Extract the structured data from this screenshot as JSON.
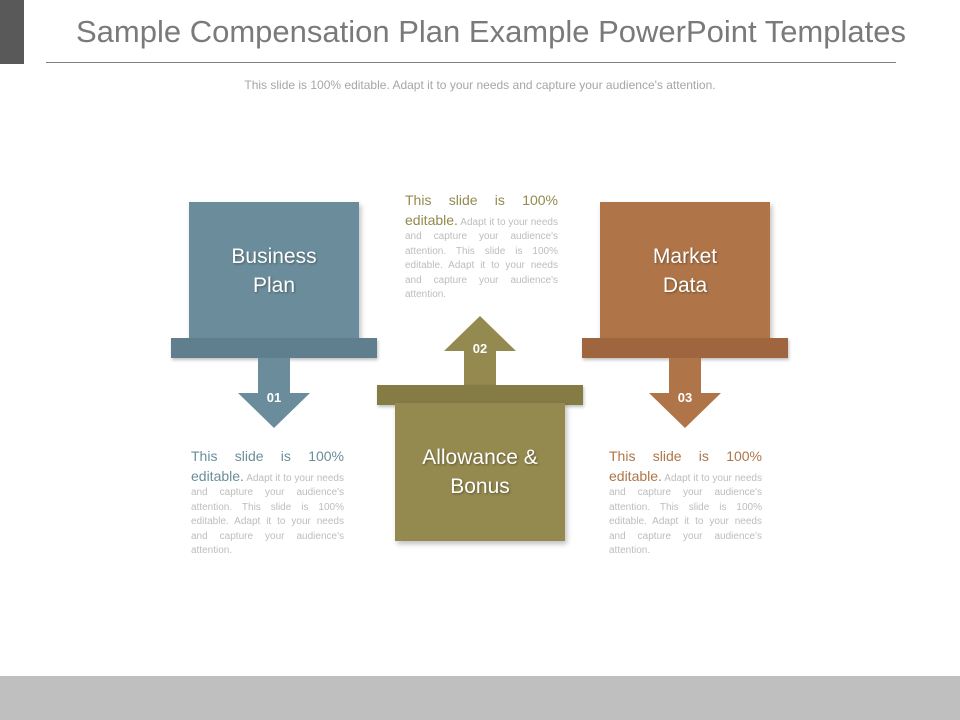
{
  "header": {
    "title": "Sample Compensation Plan Example PowerPoint Templates",
    "subtitle": "This slide is 100% editable. Adapt it to your needs and capture your audience's attention."
  },
  "colors": {
    "business_plan": "#6b8d9b",
    "business_plan_bar": "#5f7f8e",
    "allowance_bonus": "#94894f",
    "allowance_bonus_bar": "#857b44",
    "market_data": "#af7548",
    "market_data_bar": "#9e653e"
  },
  "steps": [
    {
      "number": "01",
      "label_line1": "Business",
      "label_line2": "Plan",
      "desc_lead": "This slide is 100% editable.",
      "desc_rest": "Adapt it to your needs and capture your audience's attention. This slide is 100% editable. Adapt it to your needs and capture your audience's attention."
    },
    {
      "number": "02",
      "label_line1": "Allowance &",
      "label_line2": "Bonus",
      "desc_lead": "This slide is 100% editable.",
      "desc_rest": "Adapt it to your needs and capture your audience's attention. This slide is 100% editable. Adapt it to your needs and capture your audience's attention."
    },
    {
      "number": "03",
      "label_line1": "Market",
      "label_line2": "Data",
      "desc_lead": "This slide is 100% editable.",
      "desc_rest": "Adapt it to your needs and capture your audience's attention. This slide is 100% editable. Adapt it to your needs and capture your audience's attention."
    }
  ]
}
